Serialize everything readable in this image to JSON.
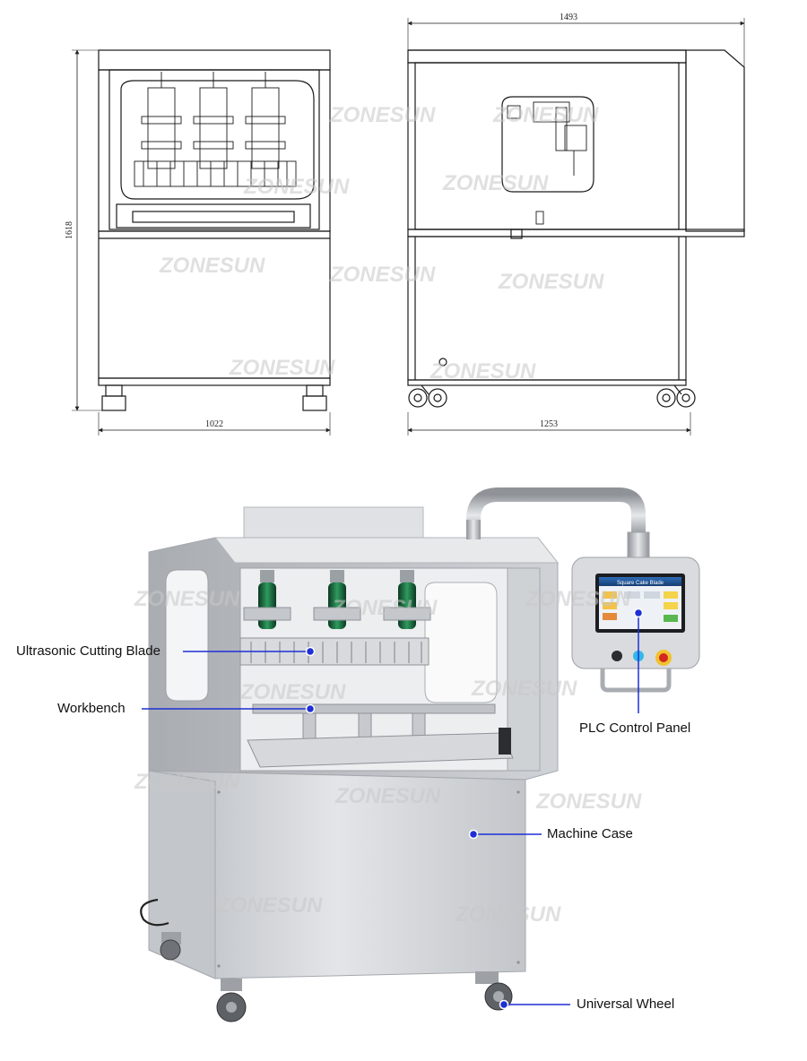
{
  "watermark": "ZONESUN",
  "dimensions": {
    "front_width": "1022",
    "height": "1618",
    "side_top_width": "1493",
    "side_bottom_width": "1253"
  },
  "callouts": {
    "blade": "Ultrasonic Cutting Blade",
    "workbench": "Workbench",
    "plc": "PLC Control Panel",
    "case": "Machine Case",
    "wheel": "Universal Wheel"
  },
  "screen": {
    "title": "Square Cake Blade"
  },
  "colors": {
    "accent": "#1e2fd6",
    "steel": "#c9ccd0",
    "line": "#1a1a1a"
  }
}
